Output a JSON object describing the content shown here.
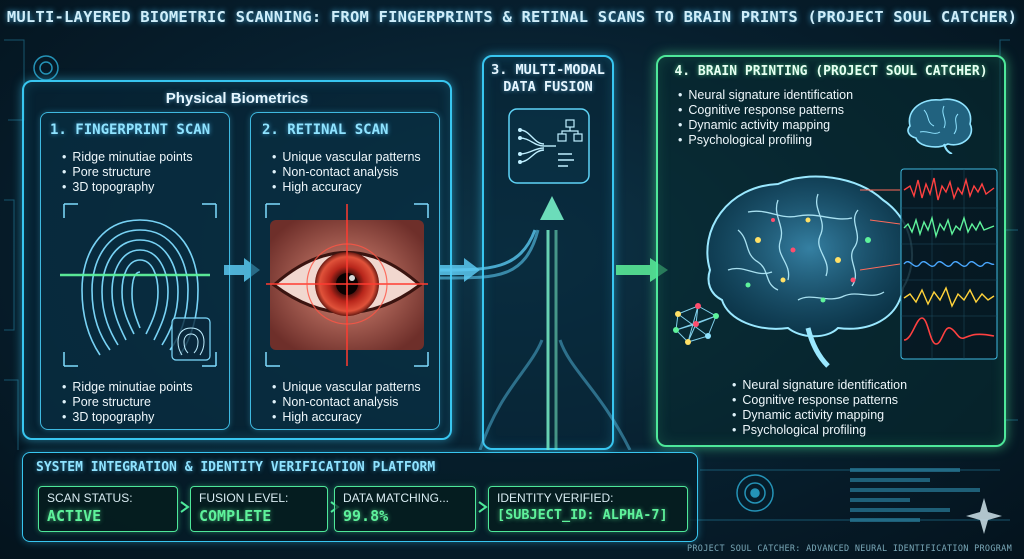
{
  "title": "MULTI-LAYERED BIOMETRIC SCANNING: FROM FINGERPRINTS & RETINAL SCANS TO BRAIN PRINTS (PROJECT SOUL CATCHER)",
  "physical": {
    "title": "Physical Biometrics",
    "fingerprint": {
      "title": "1. FINGERPRINT SCAN",
      "bullets": [
        "Ridge minutiae points",
        "Pore structure",
        "3D topography"
      ]
    },
    "retinal": {
      "title": "2. RETINAL SCAN",
      "bullets": [
        "Unique vascular patterns",
        "Non-contact analysis",
        "High accuracy"
      ]
    }
  },
  "fusion": {
    "title_line1": "3. MULTI-MODAL",
    "title_line2": "DATA FUSION"
  },
  "brain": {
    "title": "4. BRAIN PRINTING (PROJECT SOUL CATCHER)",
    "bullets": [
      "Neural signature identification",
      "Cognitive response patterns",
      "Dynamic activity mapping",
      "Psychological profiling"
    ]
  },
  "platform": {
    "title": "SYSTEM INTEGRATION & IDENTITY VERIFICATION PLATFORM",
    "boxes": [
      {
        "label": "SCAN STATUS:",
        "value": "ACTIVE"
      },
      {
        "label": "FUSION LEVEL:",
        "value": "COMPLETE"
      },
      {
        "label": "DATA MATCHING...",
        "value": "99.8%"
      },
      {
        "label": "IDENTITY VERIFIED:",
        "value": "[SUBJECT_ID: ALPHA-7]"
      }
    ]
  },
  "footer": "PROJECT SOUL CATCHER: ADVANCED NEURAL IDENTIFICATION PROGRAM",
  "colors": {
    "accent_blue": "#38c6f0",
    "accent_green": "#4ee89a",
    "value_green": "#5ef29b",
    "background": "#071f2e"
  }
}
